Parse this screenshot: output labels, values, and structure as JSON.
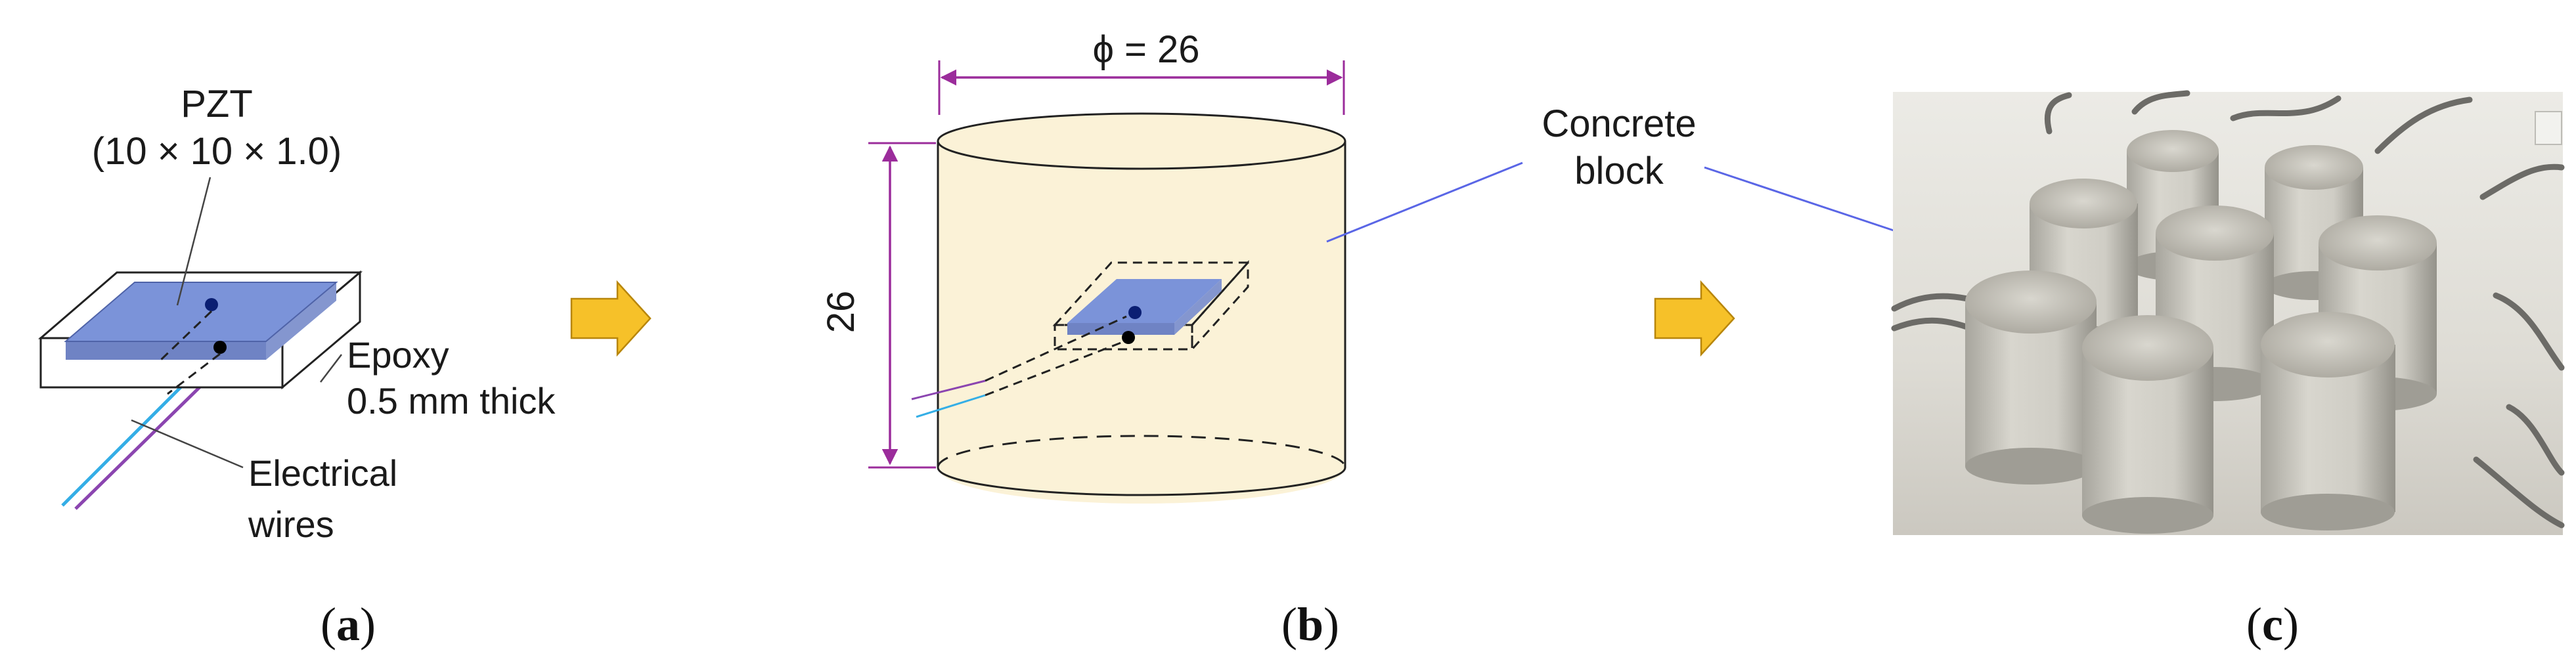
{
  "panel_a": {
    "pzt_title": "PZT",
    "pzt_dims": "(10 × 10 × 1.0)",
    "epoxy_line1": "Epoxy",
    "epoxy_line2": "0.5 mm thick",
    "wires_line1": "Electrical",
    "wires_line2": "wires",
    "caption_open": "(",
    "caption_letter": "a",
    "caption_close": ")"
  },
  "panel_b": {
    "diameter_label": "ϕ = 26",
    "height_label": "26",
    "concrete_line1": "Concrete",
    "concrete_line2": "block",
    "caption_open": "(",
    "caption_letter": "b",
    "caption_close": ")"
  },
  "panel_c": {
    "caption_open": "(",
    "caption_letter": "c",
    "caption_close": ")",
    "specimen_count": 8
  },
  "colors": {
    "pzt_blue": "#7b93d9",
    "concrete_fill": "#fbf2d7",
    "dimension_purple": "#9b2c9b",
    "leader_blue": "#5a66e6",
    "arrow_fill": "#f6c129",
    "arrow_stroke": "#b8860b",
    "wire_cyan": "#34aee6",
    "wire_purple": "#8b45b0"
  }
}
